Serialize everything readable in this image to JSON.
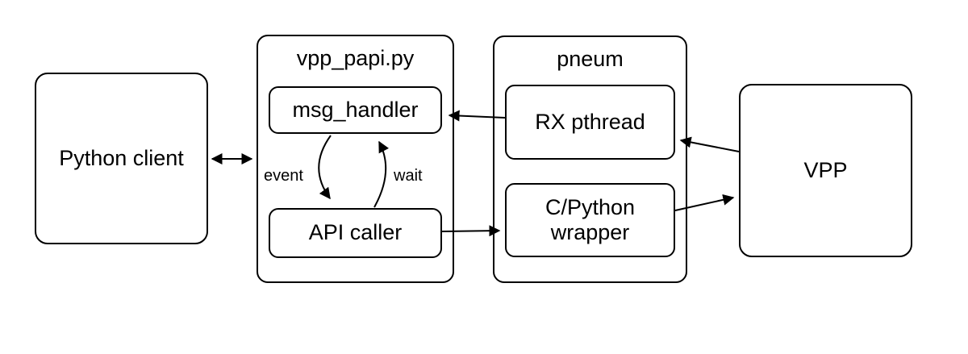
{
  "diagram": {
    "nodes": {
      "python_client": {
        "label": "Python client"
      },
      "msg_handler": {
        "label": "msg_handler"
      },
      "api_caller": {
        "label": "API caller"
      },
      "rx_pthread": {
        "label": "RX pthread"
      },
      "cpython_wrapper": {
        "label": "C/Python wrapper"
      },
      "vpp": {
        "label": "VPP"
      }
    },
    "containers": {
      "vpp_papi": {
        "title": "vpp_papi.py"
      },
      "pneum": {
        "title": "pneum"
      }
    },
    "edge_labels": {
      "event": "event",
      "wait": "wait"
    },
    "colors": {
      "stroke": "#000000",
      "background": "#ffffff",
      "text": "#000000"
    }
  }
}
